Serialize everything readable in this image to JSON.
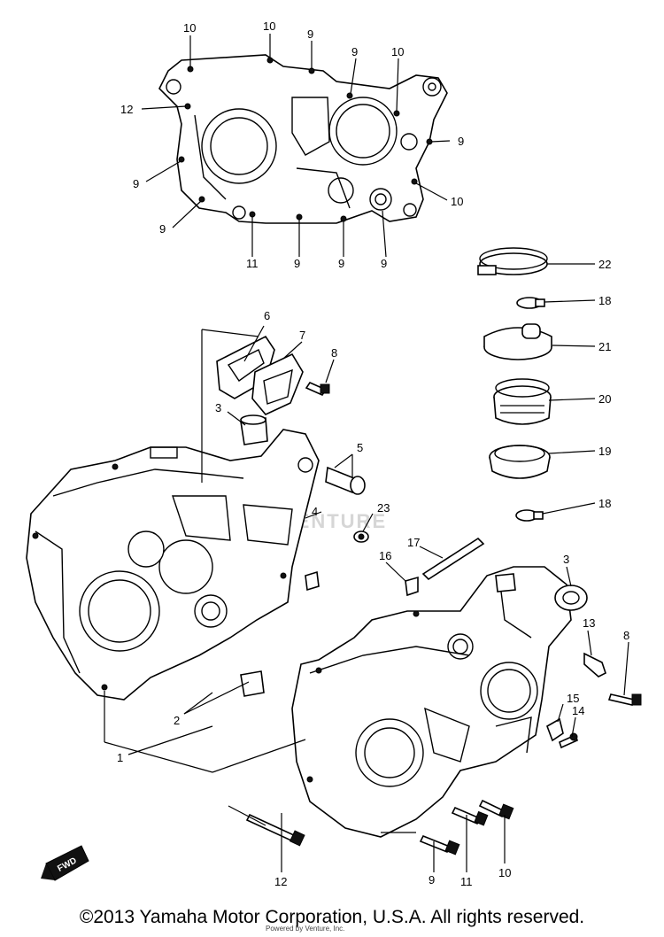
{
  "watermark": "VENTURE",
  "fwd_marker": "FWD",
  "callouts": {
    "c10a": "10",
    "c10b": "10",
    "c9a": "9",
    "c9b": "9",
    "c10c": "10",
    "c12a": "12",
    "c9c": "9",
    "c9d": "9",
    "c10d": "10",
    "c9e": "9",
    "c11a": "11",
    "c9f": "9",
    "c9g": "9",
    "c9h": "9",
    "c22": "22",
    "c18a": "18",
    "c21": "21",
    "c20": "20",
    "c19": "19",
    "c18b": "18",
    "c6": "6",
    "c7": "7",
    "c8a": "8",
    "c3a": "3",
    "c5": "5",
    "c4": "4",
    "c23": "23",
    "c17": "17",
    "c16": "16",
    "c3b": "3",
    "c13": "13",
    "c8b": "8",
    "c15": "15",
    "c14": "14",
    "c2": "2",
    "c1": "1",
    "c12b": "12",
    "c9i": "9",
    "c11b": "11",
    "c10e": "10"
  },
  "footer": {
    "copyright": "©2013 Yamaha Motor Corporation, U.S.A. All rights reserved.",
    "sub": "Powered by Venture, Inc."
  }
}
